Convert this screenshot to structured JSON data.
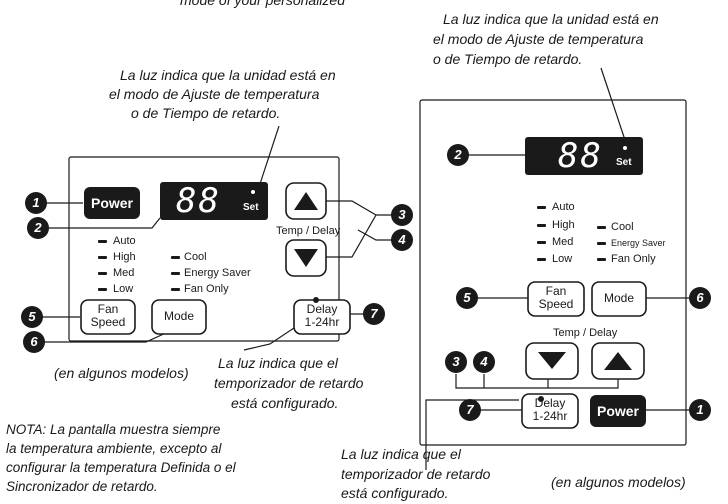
{
  "top_fragment": "mode of your personalized",
  "left_panel": {
    "caption_set_light": [
      "La luz indica que la unidad está en",
      "el modo de Ajuste de temperatura",
      "o de Tiempo de retardo."
    ],
    "power_label": "Power",
    "display_digits": "88",
    "set_label": "Set",
    "temp_delay_label": "Temp / Delay",
    "fan_speeds": [
      "Auto",
      "High",
      "Med",
      "Low"
    ],
    "modes": [
      "Cool",
      "Energy Saver",
      "Fan Only"
    ],
    "fan_speed_label": [
      "Fan",
      "Speed"
    ],
    "mode_label": "Mode",
    "delay_label": [
      "Delay",
      "1-24hr"
    ],
    "caption_delay_light": [
      "La luz indica que el",
      "temporizador de retardo",
      "está configurado."
    ],
    "models_note": "(en algunos modelos)",
    "callouts": [
      "1",
      "2",
      "3",
      "4",
      "5",
      "6",
      "7"
    ]
  },
  "nota": [
    "NOTA: La pantalla muestra siempre",
    "la temperatura ambiente, excepto al",
    "configurar la temperatura Definida o el",
    "Sincronizador de retardo."
  ],
  "right_panel": {
    "caption_set_light": [
      "La luz indica que la unidad está en",
      "el modo de Ajuste de temperatura",
      "o de Tiempo de retardo."
    ],
    "display_digits": "88",
    "set_label": "Set",
    "fan_speeds": [
      "Auto",
      "High",
      "Med",
      "Low"
    ],
    "modes": [
      "Cool",
      "Energy Saver",
      "Fan Only"
    ],
    "fan_speed_label": [
      "Fan",
      "Speed"
    ],
    "mode_label": "Mode",
    "temp_delay_label": "Temp / Delay",
    "delay_label": [
      "Delay",
      "1-24hr"
    ],
    "power_label": "Power",
    "caption_delay_light": [
      "La luz indica que el",
      "temporizador de retardo",
      "está configurado."
    ],
    "models_note": "(en algunos modelos)",
    "callouts": [
      "1",
      "2",
      "3",
      "4",
      "5",
      "6",
      "7"
    ]
  }
}
